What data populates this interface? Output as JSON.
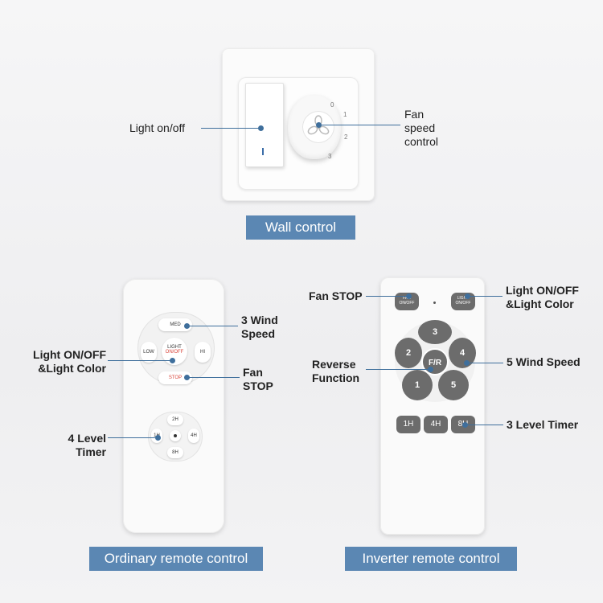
{
  "wall": {
    "light_label": "Light on/off",
    "fan_label": "Fan\nspeed\ncontrol",
    "knob_numbers": [
      "0",
      "1",
      "2",
      "3"
    ],
    "banner": "Wall control"
  },
  "ordinary": {
    "buttons": {
      "med": "MED",
      "low": "LOW",
      "hi": "HI",
      "light": "LIGHT",
      "onoff": "ON/OFF",
      "stop": "STOP"
    },
    "timer_buttons": [
      "2H",
      "1H",
      "4H",
      "8H"
    ],
    "labels": {
      "wind": "3 Wind\nSpeed",
      "light": "Light ON/OFF\n&Light Color",
      "stop": "Fan\nSTOP",
      "timer": "4 Level\nTimer"
    },
    "banner": "Ordinary remote control"
  },
  "inverter": {
    "small_buttons": {
      "fan_off": "FAN\nON/OFF",
      "light_off": "LIGHT\nON/OFF"
    },
    "speed_buttons": [
      "3",
      "2",
      "4",
      "1",
      "5"
    ],
    "center_button": "F/R",
    "timer_buttons": [
      "1H",
      "4H",
      "8H"
    ],
    "labels": {
      "fan_stop": "Fan STOP",
      "light": "Light ON/OFF\n&Light Color",
      "reverse": "Reverse\nFunction",
      "wind": "5 Wind Speed",
      "timer": "3 Level Timer"
    },
    "banner": "Inverter remote control"
  },
  "colors": {
    "accent": "#5b87b3",
    "line": "#3f6f9c",
    "button_dark": "#6c6c6c",
    "stop_red": "#d9443a"
  }
}
